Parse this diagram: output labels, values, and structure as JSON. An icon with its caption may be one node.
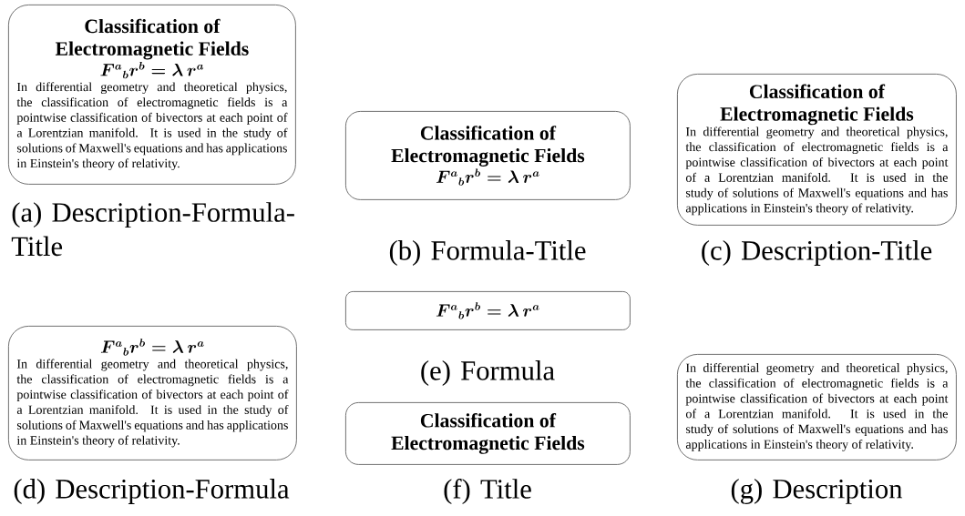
{
  "diagram": {
    "nodes": [
      {
        "text": [
          "Classification of Electromagnetic Fields",
          "F^{a}{}_{b}r^{b} = \\lambda\\, r^{a}",
          "In differential geometry and theoretical physics, the classification of electromagnetic fields is a pointwise classification of bivectors at each point of a Lorentzian manifold. It is used in the study of solutions of Maxwell's equations and has applications in Einstein's theory of relativity."
        ]
      },
      {
        "text": [
          "Classification of Electromagnetic Fields",
          "F^{a}{}_{b}r^{b} = \\lambda\\, r^{a}"
        ]
      },
      {
        "text": [
          "Classification of Electromagnetic Fields",
          "In differential geometry and theoretical physics, the classification of electromagnetic fields is a pointwise classification of bivectors at each point of a Lorentzian manifold. It is used in the study of solutions of Maxwell's equations and has applications in Einstein's theory of relativity."
        ]
      },
      {
        "text": [
          "F^{a}{}_{b}r^{b} = \\lambda\\, r^{a}",
          "In differential geometry and theoretical physics, the classification of electromagnetic fields is a pointwise classification of bivectors at each point of a Lorentzian manifold. It is used in the study of solutions of Maxwell's equations and has applications in Einstein's theory of relativity."
        ]
      },
      {
        "text": [
          "F^{a}{}_{b}r^{b} = \\lambda\\, r^{a}"
        ]
      },
      {
        "text": [
          "Classification of Electromagnetic Fields"
        ]
      },
      {
        "text": [
          "In differential geometry and theoretical physics, the classification of electromagnetic fields is a pointwise classification of bivectors at each point of a Lorentzian manifold. It is used in the study of solutions of Maxwell's equations and has applications in Einstein's theory of relativity."
        ]
      }
    ],
    "labels": [
      "(a) Description-Formula-Title",
      "(b) Formula-Title",
      "(c) Description-Title",
      "(d) Description-Formula",
      "(e) Formula",
      "(f) Title",
      "(g) Description"
    ]
  }
}
